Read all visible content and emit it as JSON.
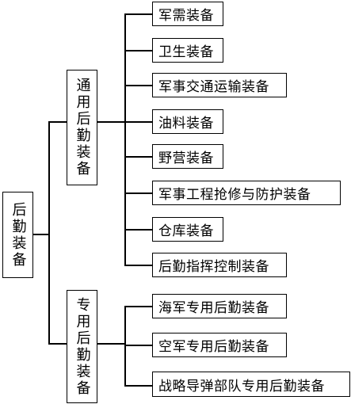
{
  "root": {
    "label": "后勤装备"
  },
  "branches": [
    {
      "label": "通用后勤装备",
      "items": [
        "军需装备",
        "卫生装备",
        "军事交通运输装备",
        "油料装备",
        "野营装备",
        "军事工程抢修与防护装备",
        "仓库装备",
        "后勤指挥控制装备"
      ]
    },
    {
      "label": "专用后勤装备",
      "items": [
        "海军专用后勤装备",
        "空军专用后勤装备",
        "战略导弹部队专用后勤装备"
      ]
    }
  ]
}
